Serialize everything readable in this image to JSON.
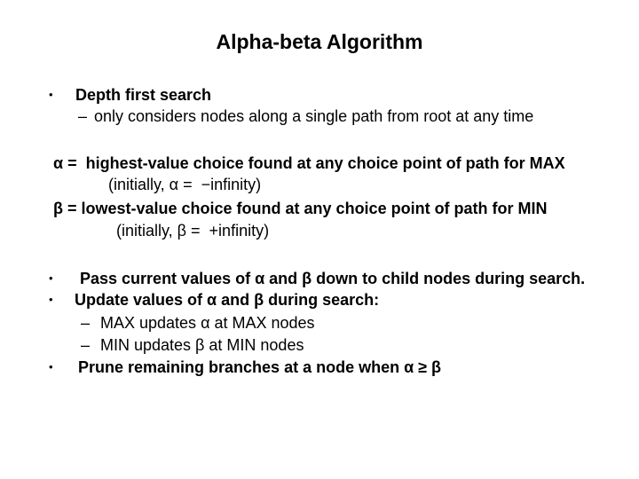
{
  "slide": {
    "title": "Alpha-beta Algorithm",
    "colors": {
      "background": "#ffffff",
      "text": "#000000"
    },
    "markers": {
      "bullet": "•",
      "dash": "–"
    },
    "lines": [
      {
        "marker": "•",
        "text": "Depth first search"
      },
      {
        "marker": "–",
        "text": "only considers nodes along a single path from root at any time"
      },
      {
        "marker": "",
        "text": "α =  highest-value choice found at any choice point of path for MAX"
      },
      {
        "marker": "",
        "text": "(initially, α =  −infinity)"
      },
      {
        "marker": "",
        "text": "β = lowest-value choice found at any choice point of path for MIN"
      },
      {
        "marker": "",
        "text": "(initially, β =  +infinity)"
      },
      {
        "marker": "•",
        "text": "Pass current values of α and β down to child nodes during search."
      },
      {
        "marker": "•",
        "text": "Update values of α and β during search:"
      },
      {
        "marker": "–",
        "text": "MAX updates α at MAX nodes"
      },
      {
        "marker": "–",
        "text": "MIN updates β at MIN nodes"
      },
      {
        "marker": "•",
        "text": "Prune remaining branches at a node when α ≥ β"
      }
    ]
  }
}
